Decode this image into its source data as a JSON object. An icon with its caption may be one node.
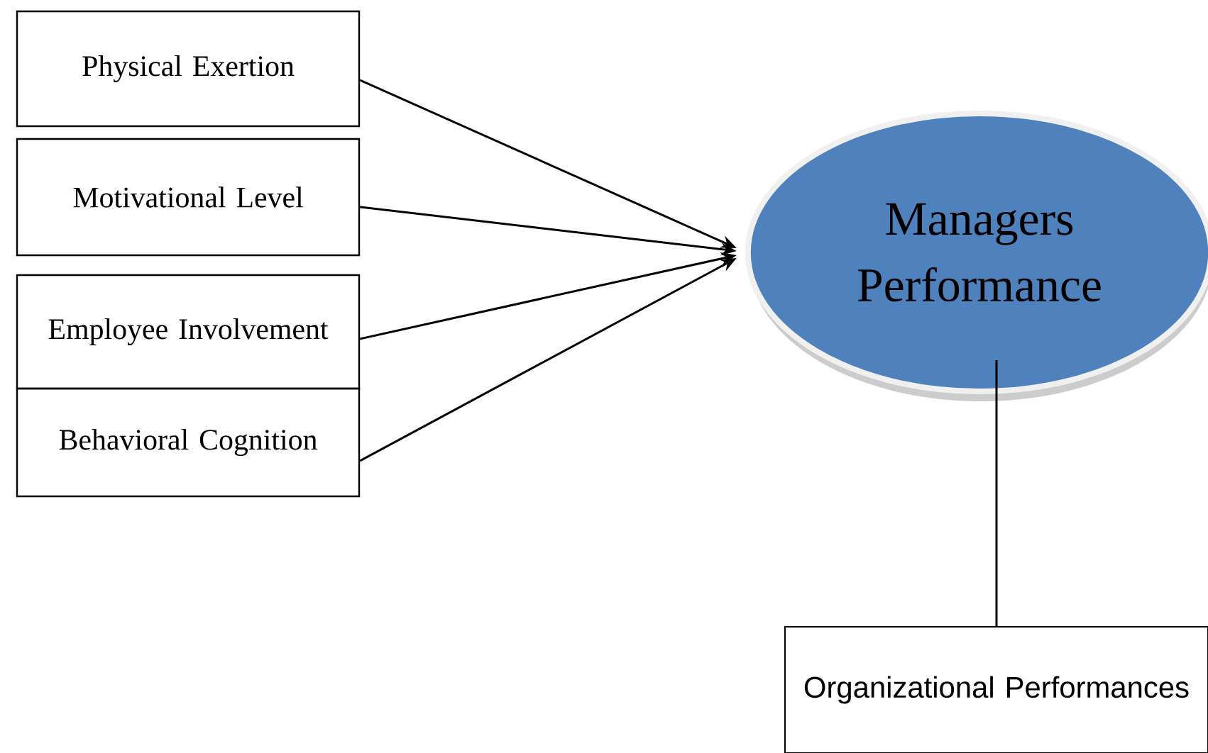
{
  "diagram": {
    "nodes": [
      {
        "text": [
          "Physical Exertion"
        ]
      },
      {
        "text": [
          "Motivational Level"
        ]
      },
      {
        "text": [
          "Employee Involvement"
        ]
      },
      {
        "text": [
          "Behavioral Cognition"
        ]
      },
      {
        "text": [
          "Managers Performance"
        ]
      },
      {
        "text": [
          "Organizational Performances"
        ]
      }
    ],
    "edges": [
      {
        "from": 0,
        "to": 4,
        "arrow": "to"
      },
      {
        "from": 1,
        "to": 4,
        "arrow": "to"
      },
      {
        "from": 2,
        "to": 4,
        "arrow": "to"
      },
      {
        "from": 3,
        "to": 4,
        "arrow": "to"
      },
      {
        "from": 4,
        "to": 5,
        "arrow": "none"
      }
    ]
  }
}
